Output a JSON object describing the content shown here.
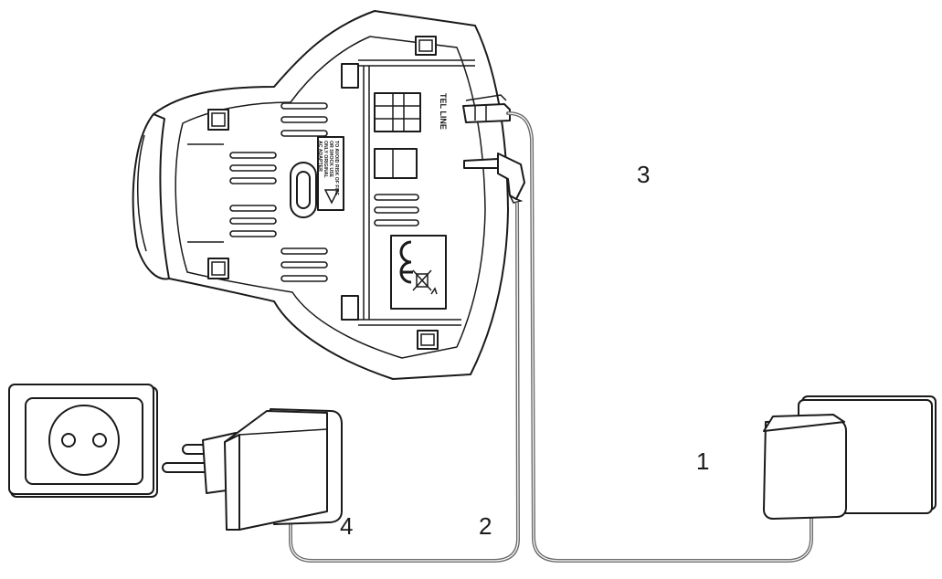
{
  "callouts": {
    "one": "1",
    "two": "2",
    "three": "3",
    "four": "4"
  },
  "base_text": {
    "port_label": "TEL LINE",
    "warning_lines": [
      "TO AVOID RISK OF FIRE",
      "OR SHOCK USE",
      "ONLY ORIGINAL",
      "AC ADAPTER"
    ]
  },
  "colors": {
    "outline": "#1a1a1a",
    "cable": "#6b6b6b",
    "fill": "#ffffff"
  }
}
